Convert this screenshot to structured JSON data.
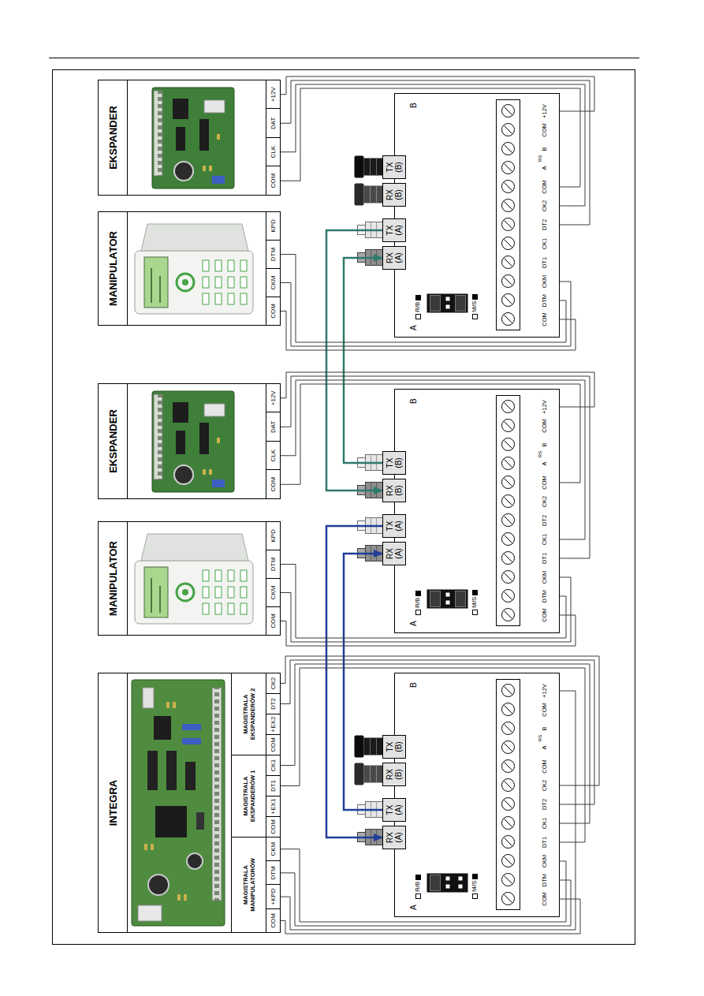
{
  "diagram": {
    "nodes": [
      {
        "text": [
          "INTEGRA"
        ]
      },
      {
        "text": [
          "MAGISTRALA MANIPULATORÓW"
        ],
        "in": 0
      },
      {
        "text": [
          "MAGISTRALA EKSPANDERÓW 1"
        ],
        "in": 0
      },
      {
        "text": [
          "MAGISTRALA EKSPANDERÓW 2"
        ],
        "in": 0
      },
      {
        "text": [
          "MANIPULATOR"
        ]
      },
      {
        "text": [
          "EKSPANDER"
        ]
      },
      {
        "text": [
          "MANIPULATOR"
        ]
      },
      {
        "text": [
          "EKSPANDER"
        ]
      },
      {
        "text": [
          "A",
          "B"
        ]
      },
      {
        "text": [
          "RX (A)"
        ],
        "in": 8
      },
      {
        "text": [
          "TX (A)"
        ],
        "in": 8
      },
      {
        "text": [
          "RX (B)"
        ],
        "in": 8
      },
      {
        "text": [
          "TX (B)"
        ],
        "in": 8
      },
      {
        "text": [
          "A",
          "B"
        ]
      },
      {
        "text": [
          "RX (A)"
        ],
        "in": 13
      },
      {
        "text": [
          "TX (A)"
        ],
        "in": 13
      },
      {
        "text": [
          "RX (B)"
        ],
        "in": 13
      },
      {
        "text": [
          "TX (B)"
        ],
        "in": 13
      },
      {
        "text": [
          "A",
          "B"
        ]
      },
      {
        "text": [
          "RX (A)"
        ],
        "in": 18
      },
      {
        "text": [
          "TX (A)"
        ],
        "in": 18
      },
      {
        "text": [
          "RX (B)"
        ],
        "in": 18
      },
      {
        "text": [
          "TX (B)"
        ],
        "in": 18
      }
    ],
    "edges": [
      {
        "from": 10,
        "to": 14,
        "arrow": "to"
      },
      {
        "from": 15,
        "to": 9,
        "arrow": "to"
      },
      {
        "from": 17,
        "to": 19,
        "arrow": "to"
      },
      {
        "from": 20,
        "to": 16,
        "arrow": "to"
      },
      {
        "from": 1,
        "to": 8,
        "arrow": "none"
      },
      {
        "from": 1,
        "to": 8,
        "arrow": "none"
      },
      {
        "from": 1,
        "to": 8,
        "arrow": "none"
      },
      {
        "from": 1,
        "to": 8,
        "arrow": "none"
      },
      {
        "from": 2,
        "to": 8,
        "arrow": "none"
      },
      {
        "from": 2,
        "to": 8,
        "arrow": "none"
      },
      {
        "from": 3,
        "to": 8,
        "arrow": "none"
      },
      {
        "from": 3,
        "to": 8,
        "arrow": "none"
      },
      {
        "from": 4,
        "to": 13,
        "arrow": "none"
      },
      {
        "from": 4,
        "to": 13,
        "arrow": "none"
      },
      {
        "from": 4,
        "to": 13,
        "arrow": "none"
      },
      {
        "from": 5,
        "to": 13,
        "arrow": "none"
      },
      {
        "from": 5,
        "to": 13,
        "arrow": "none"
      },
      {
        "from": 5,
        "to": 13,
        "arrow": "none"
      },
      {
        "from": 5,
        "to": 13,
        "arrow": "none"
      },
      {
        "from": 6,
        "to": 18,
        "arrow": "none"
      },
      {
        "from": 6,
        "to": 18,
        "arrow": "none"
      },
      {
        "from": 6,
        "to": 18,
        "arrow": "none"
      },
      {
        "from": 7,
        "to": 18,
        "arrow": "none"
      },
      {
        "from": 7,
        "to": 18,
        "arrow": "none"
      },
      {
        "from": 7,
        "to": 18,
        "arrow": "none"
      },
      {
        "from": 7,
        "to": 18,
        "arrow": "none"
      }
    ],
    "labels": [
      "COM",
      "+KPD",
      "DTM",
      "CKM",
      "COM",
      "+EX1",
      "DT1",
      "CK1",
      "COM",
      "+EX2",
      "DT2",
      "CK2",
      "COM",
      "CKM",
      "DTM",
      "KPD",
      "COM",
      "CLK",
      "DAT",
      "+12V",
      "COM",
      "CKM",
      "DTM",
      "KPD",
      "COM",
      "CLK",
      "DAT",
      "+12V",
      "R/B",
      "M/S",
      "COM",
      "DTM",
      "CKM",
      "DT1",
      "CK1",
      "DT2",
      "CK2",
      "COM",
      "A",
      "RS",
      "B",
      "COM",
      "+12V",
      "R/B",
      "M/S",
      "COM",
      "DTM",
      "CKM",
      "DT1",
      "CK1",
      "DT2",
      "CK2",
      "COM",
      "A",
      "RS",
      "B",
      "COM",
      "+12V",
      "R/B",
      "M/S",
      "COM",
      "DTM",
      "CKM",
      "DT1",
      "CK1",
      "DT2",
      "CK2",
      "COM",
      "A",
      "RS",
      "B",
      "COM",
      "+12V"
    ]
  }
}
